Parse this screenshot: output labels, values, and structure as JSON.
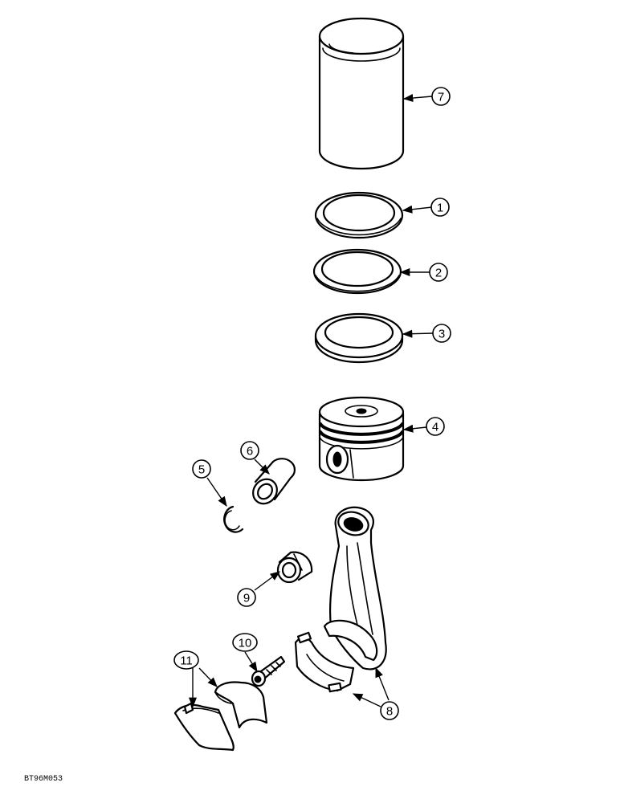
{
  "diagram": {
    "figure_code": "BT96M053",
    "callouts": {
      "c1": "1",
      "c2": "2",
      "c3": "3",
      "c4": "4",
      "c5": "5",
      "c6": "6",
      "c7": "7",
      "c8": "8",
      "c9": "9",
      "c10": "10",
      "c11": "11"
    }
  }
}
